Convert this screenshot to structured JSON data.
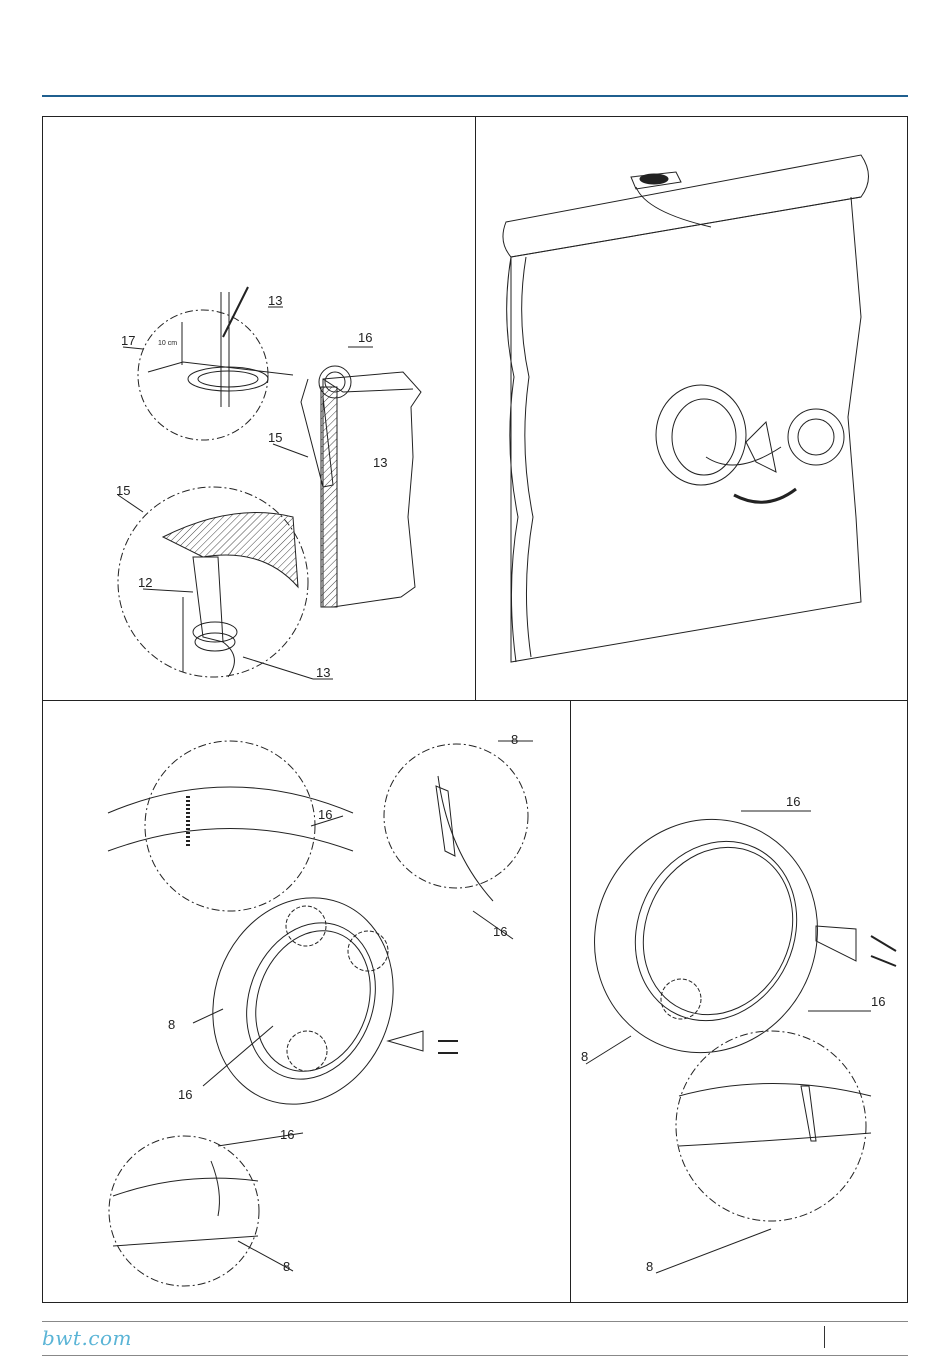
{
  "footer": {
    "brand": "bwt.com"
  },
  "colors": {
    "rule": "#1f5f8f",
    "brand": "#5ab4d6"
  },
  "panel1": {
    "labels": [
      "13",
      "17",
      "10 cm",
      "16",
      "15",
      "13",
      "15",
      "12",
      "13"
    ]
  },
  "panel3": {
    "labels": [
      "8",
      "16",
      "16",
      "8",
      "16",
      "16",
      "8"
    ]
  },
  "panel4": {
    "labels": [
      "16",
      "16",
      "8",
      "8"
    ]
  }
}
